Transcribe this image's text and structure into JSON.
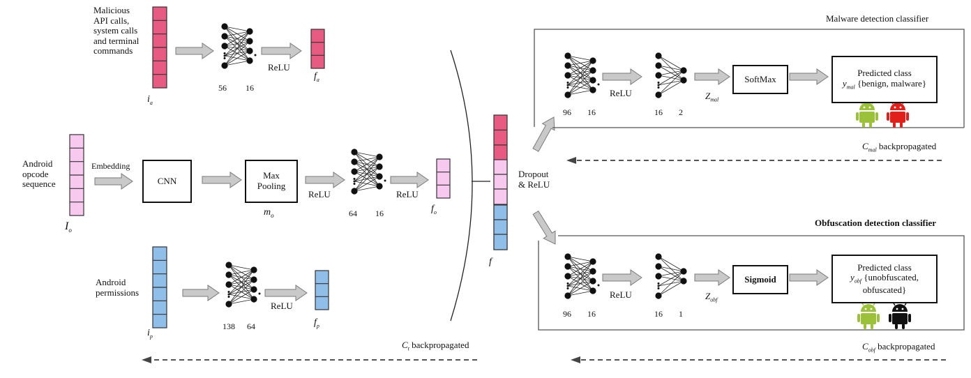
{
  "inputs": {
    "api_label": "Malicious\nAPI calls,\nsystem calls\nand terminal\ncommands",
    "opcode_label": "Android\nopcode\nsequence",
    "perm_label": "Android\npermissions"
  },
  "symbols": {
    "i_a": "i",
    "i_a_sub": "a",
    "f_a": "f",
    "f_a_sub": "a",
    "I_o": "I",
    "I_o_sub": "o",
    "m_o": "m",
    "m_o_sub": "o",
    "f_o": "f",
    "f_o_sub": "o",
    "i_p": "i",
    "i_p_sub": "p",
    "f_p": "f",
    "f_p_sub": "p",
    "f": "f",
    "z_mal": "Z",
    "z_mal_sub": "mal",
    "z_obf": "Z",
    "z_obf_sub": "obf",
    "y_mal": "y",
    "y_mal_sub": "mal",
    "y_obf": "y",
    "y_obf_sub": "obf"
  },
  "operations": {
    "embedding": "Embedding",
    "cnn": "CNN",
    "maxpool": "Max\nPooling",
    "relu": "ReLU",
    "dropout_relu": "Dropout\n& ReLU",
    "softmax": "SoftMax",
    "sigmoid": "Sigmoid"
  },
  "layer_sizes": {
    "api": [
      "56",
      "16"
    ],
    "opcode": [
      "64",
      "16"
    ],
    "perm": [
      "138",
      "64"
    ],
    "mal_first": [
      "96",
      "16"
    ],
    "mal_second": [
      "16",
      "2"
    ],
    "obf_first": [
      "96",
      "16"
    ],
    "obf_second": [
      "16",
      "1"
    ]
  },
  "classifiers": {
    "malware_title": "Malware detection classifier",
    "obfuscation_title": "Obfuscation detection classifier",
    "mal_pred_line1": "Predicted class",
    "mal_pred_set": "{benign, malware}",
    "obf_pred_line1": "Predicted class",
    "obf_pred_set": "{unobfuscated,\nobfuscated}"
  },
  "backprop": {
    "c_mal": "C",
    "c_mal_sub": "mal",
    "c_obf": "C",
    "c_obf_sub": "obf",
    "c_t": "C",
    "c_t_sub": "t",
    "suffix": " backpropagated"
  },
  "colors": {
    "pink_strong": "#e75a82",
    "pink_light": "#f7c9ef",
    "blue": "#8fbfe8",
    "arrow_fill": "#c9c9c9",
    "arrow_stroke": "#7a7a7a",
    "android_green": "#9bc13b",
    "android_red": "#e0201b",
    "android_black": "#111111"
  }
}
